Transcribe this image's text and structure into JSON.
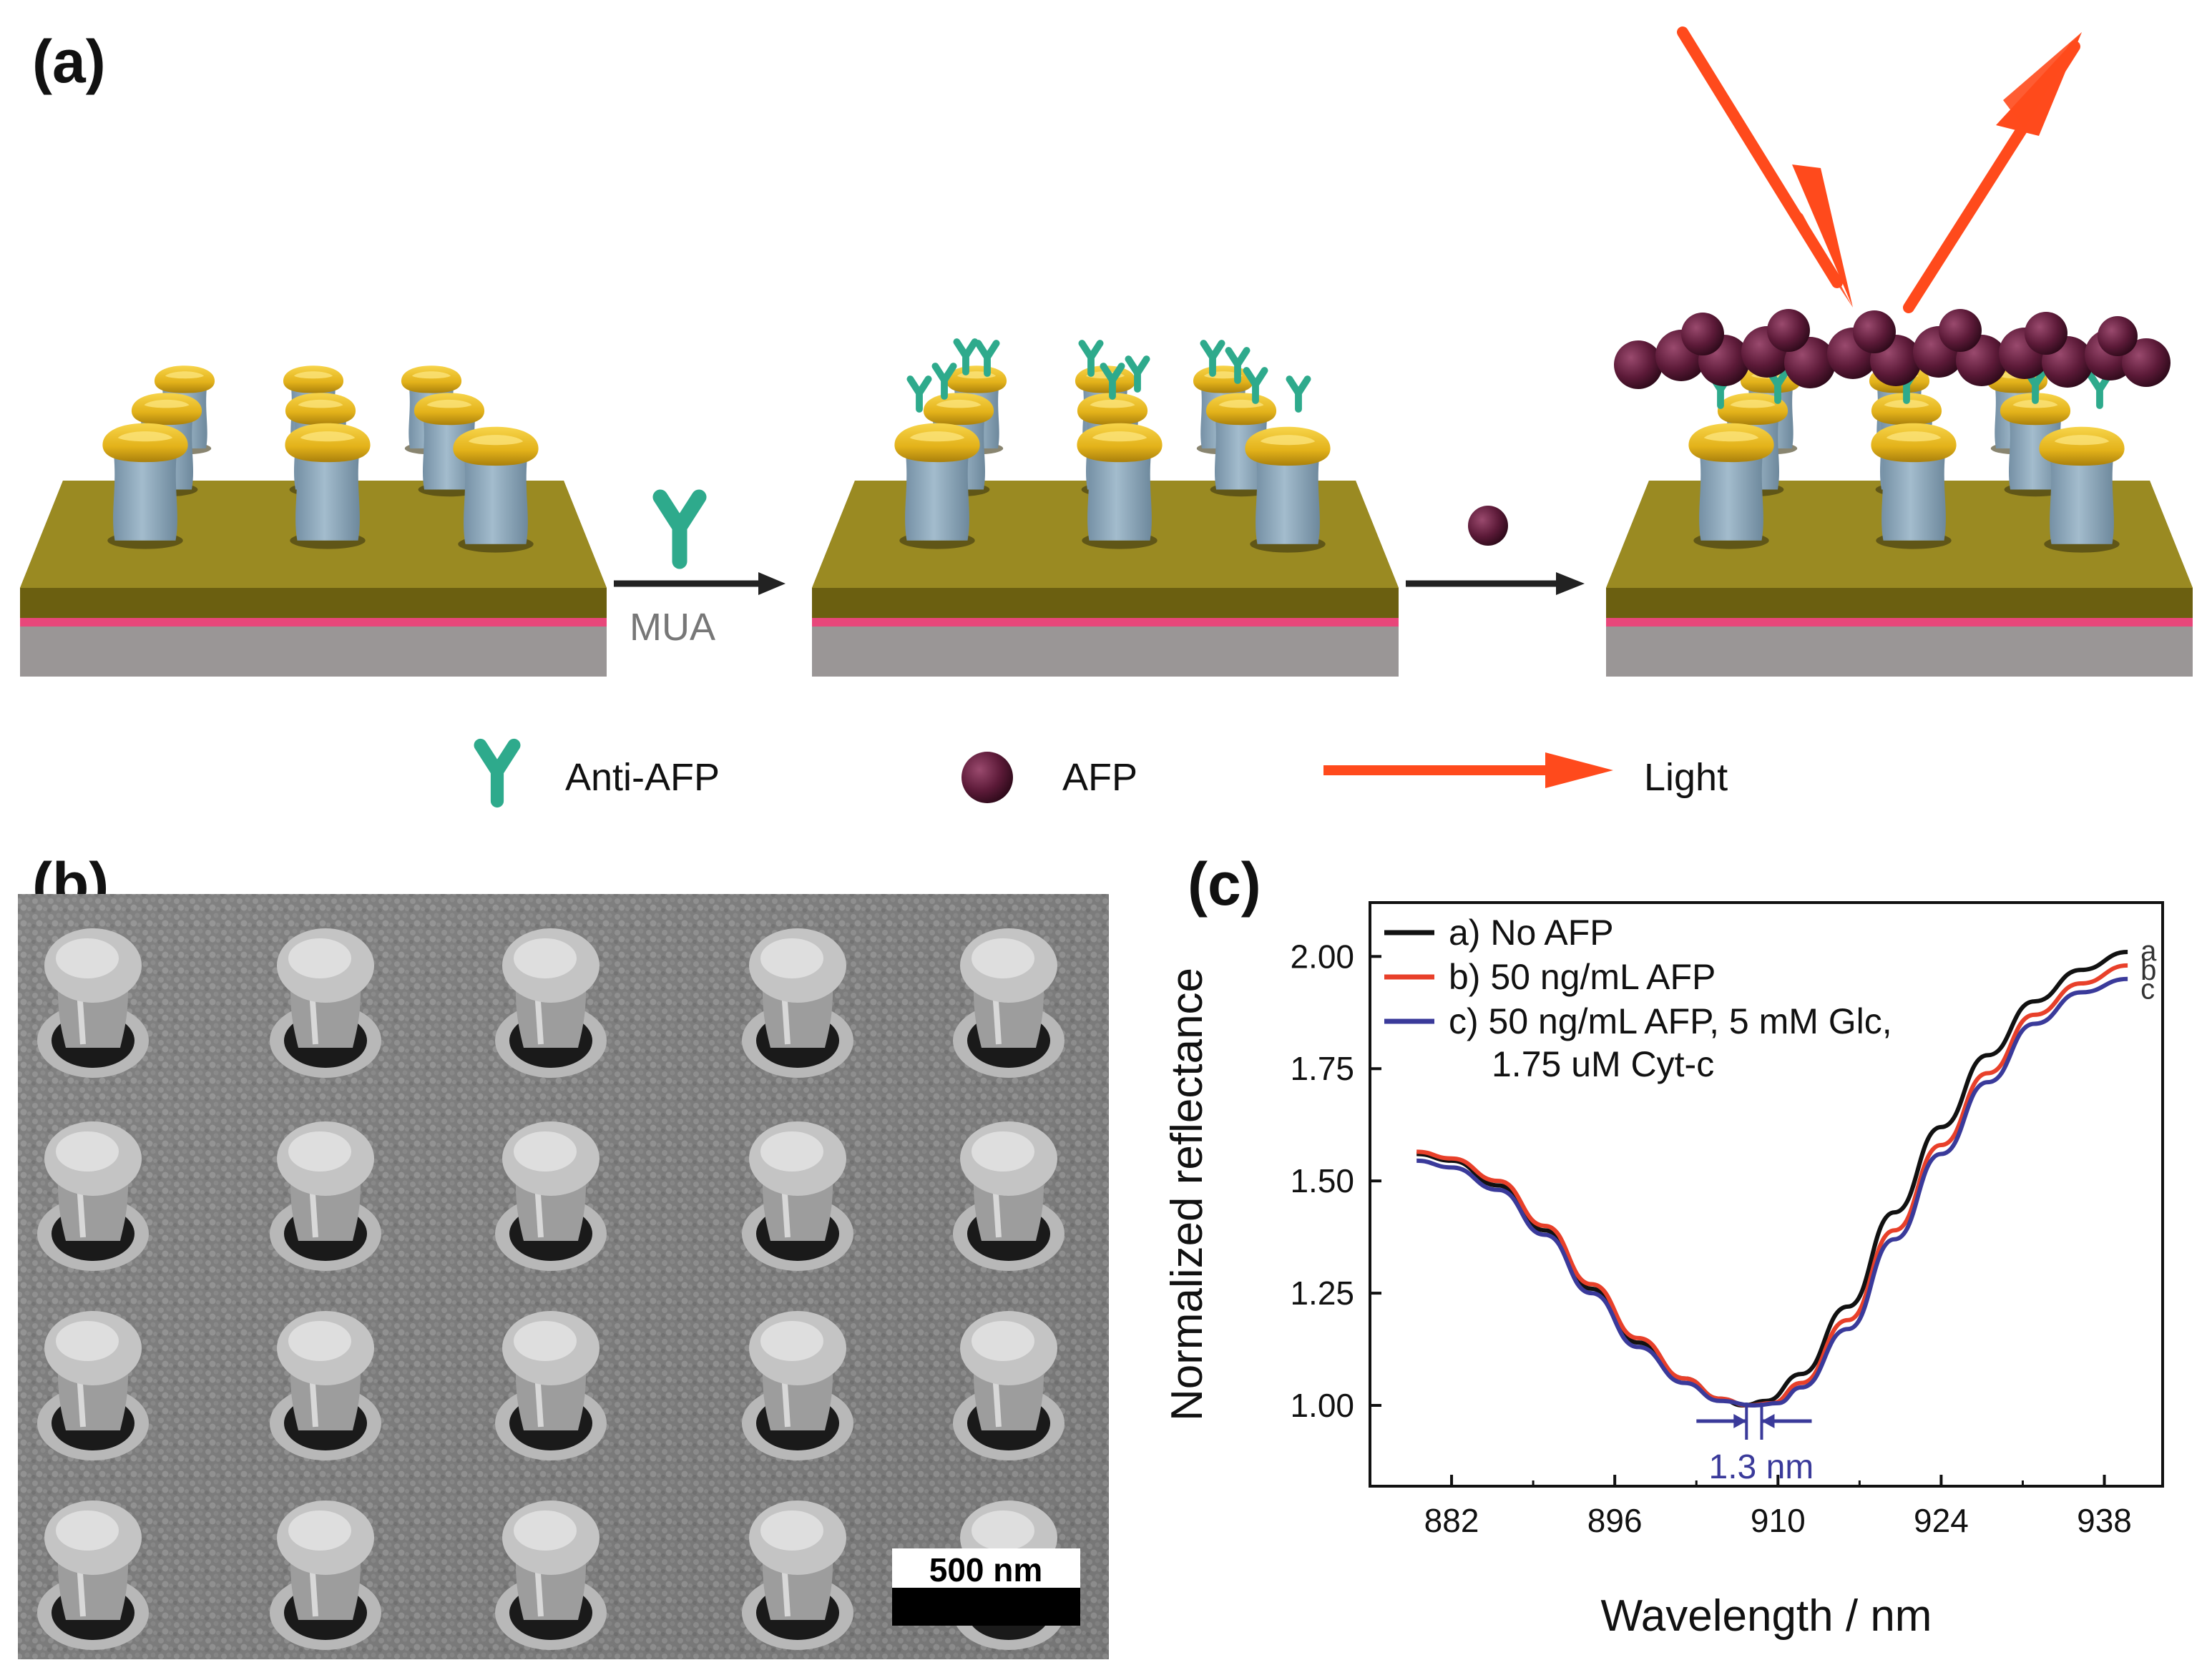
{
  "panels": {
    "a": {
      "label": "(a)"
    },
    "b": {
      "label": "(b)"
    },
    "c": {
      "label": "(c)"
    }
  },
  "scheme": {
    "step1_label": "MUA",
    "legend": [
      {
        "icon": "antibody-icon",
        "text": "Anti-AFP"
      },
      {
        "icon": "afp-sphere-icon",
        "text": "AFP"
      },
      {
        "icon": "light-arrow-icon",
        "text": "Light"
      }
    ],
    "colors": {
      "substrate_gold": "#8f7f1a",
      "pillar": "#8ea8bb",
      "cap_gold": "#e3b21a",
      "antibody": "#2eaa8c",
      "afp": "#5c1a38",
      "light": "#ff4a1c",
      "pink_layer": "#e8477a",
      "base_gray": "#9a9696"
    }
  },
  "sem": {
    "scale_bar_label": "500 nm"
  },
  "chart_data": {
    "type": "line",
    "title": "",
    "xlabel": "Wavelength / nm",
    "ylabel": "Normalized reflectance",
    "xlim": [
      875,
      943
    ],
    "ylim": [
      0.82,
      2.12
    ],
    "xticks": [
      882,
      896,
      910,
      924,
      938
    ],
    "yticks": [
      "1.00",
      "1.25",
      "1.50",
      "1.75",
      "2.00"
    ],
    "annotation": "1.3 nm",
    "legend_position": "top-left",
    "series": [
      {
        "name": "a) No AFP",
        "letter": "a",
        "color": "#111111",
        "x": [
          879,
          882,
          886,
          890,
          894,
          898,
          902,
          905,
          907,
          909,
          912,
          916,
          920,
          924,
          928,
          932,
          936,
          940
        ],
        "y": [
          1.56,
          1.545,
          1.49,
          1.39,
          1.26,
          1.14,
          1.06,
          1.015,
          1.0,
          1.01,
          1.07,
          1.22,
          1.43,
          1.62,
          1.78,
          1.9,
          1.97,
          2.01
        ]
      },
      {
        "name": "b) 50 ng/mL AFP",
        "letter": "b",
        "color": "#e8402a",
        "x": [
          879,
          882,
          886,
          890,
          894,
          898,
          902,
          905,
          907.5,
          909.5,
          912,
          916,
          920,
          924,
          928,
          932,
          936,
          940
        ],
        "y": [
          1.565,
          1.55,
          1.5,
          1.4,
          1.27,
          1.15,
          1.06,
          1.015,
          1.0,
          1.005,
          1.05,
          1.19,
          1.39,
          1.58,
          1.74,
          1.87,
          1.94,
          1.98
        ]
      },
      {
        "name": "c) 50 ng/mL AFP, 5 mM Glc,",
        "name_line2": "1.75 uM Cyt-c",
        "letter": "c",
        "color": "#3a3a9a",
        "x": [
          879,
          882,
          886,
          890,
          894,
          898,
          902,
          905,
          908,
          910,
          912,
          916,
          920,
          924,
          928,
          932,
          936,
          940
        ],
        "y": [
          1.545,
          1.53,
          1.48,
          1.38,
          1.25,
          1.13,
          1.05,
          1.01,
          1.0,
          1.005,
          1.04,
          1.17,
          1.37,
          1.56,
          1.72,
          1.85,
          1.92,
          1.95
        ]
      }
    ]
  }
}
